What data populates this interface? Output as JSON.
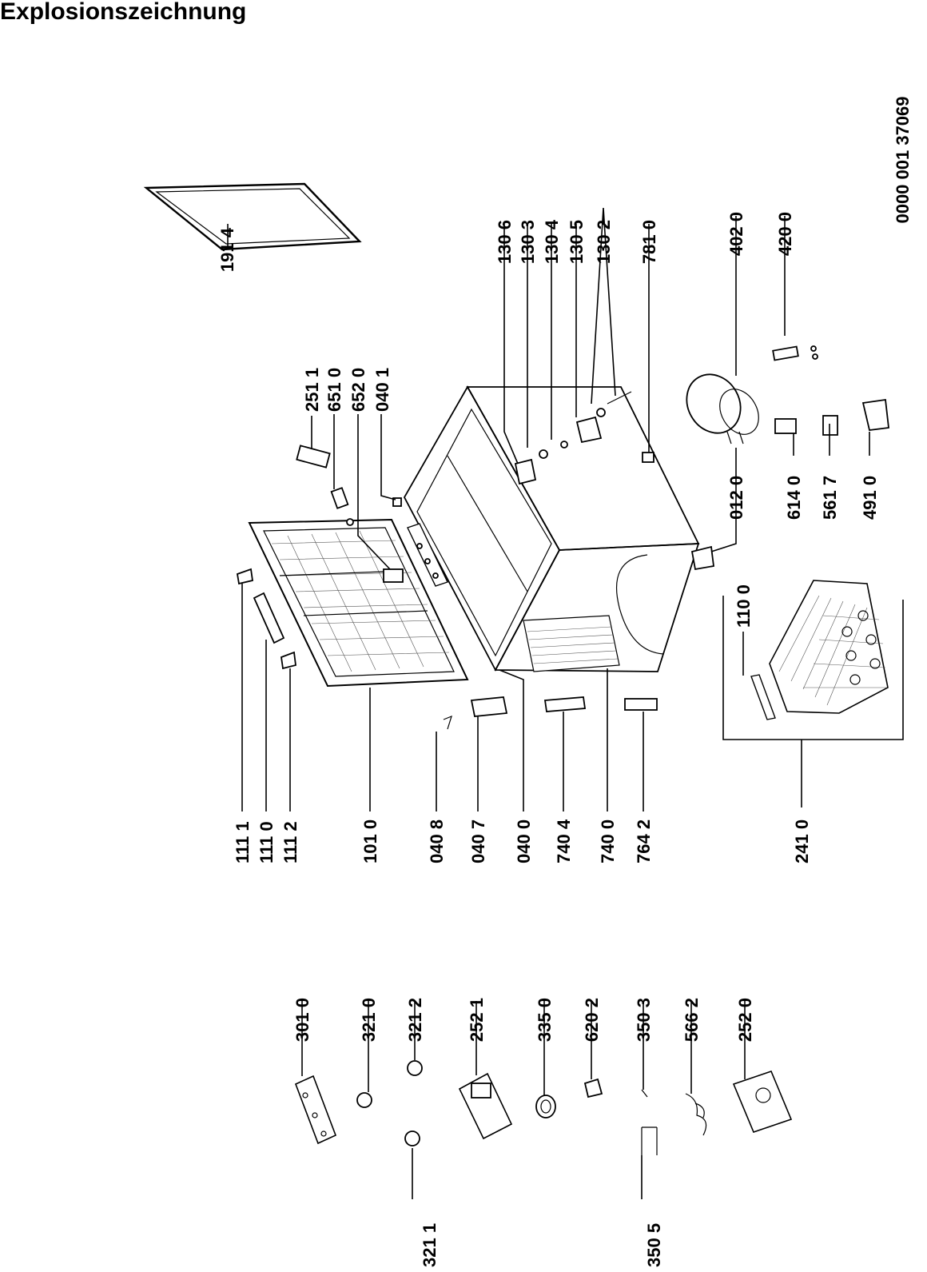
{
  "title": "Explosionszeichnung",
  "document_number": "0000 001 37069",
  "parts": [
    {
      "id": "part-191-4",
      "label": "191 4"
    },
    {
      "id": "part-251-1",
      "label": "251 1"
    },
    {
      "id": "part-651-0",
      "label": "651 0"
    },
    {
      "id": "part-652-0",
      "label": "652 0"
    },
    {
      "id": "part-040-1",
      "label": "040 1"
    },
    {
      "id": "part-130-6",
      "label": "130 6"
    },
    {
      "id": "part-130-3",
      "label": "130 3"
    },
    {
      "id": "part-130-4",
      "label": "130 4"
    },
    {
      "id": "part-130-5",
      "label": "130 5"
    },
    {
      "id": "part-130-2",
      "label": "130 2"
    },
    {
      "id": "part-781-0",
      "label": "781 0"
    },
    {
      "id": "part-402-0",
      "label": "402 0"
    },
    {
      "id": "part-420-0",
      "label": "420 0"
    },
    {
      "id": "part-012-0",
      "label": "012 0"
    },
    {
      "id": "part-614-0",
      "label": "614 0"
    },
    {
      "id": "part-561-7",
      "label": "561 7"
    },
    {
      "id": "part-491-0",
      "label": "491 0"
    },
    {
      "id": "part-110-0",
      "label": "110 0"
    },
    {
      "id": "part-241-0",
      "label": "241 0"
    },
    {
      "id": "part-111-1",
      "label": "111 1"
    },
    {
      "id": "part-111-0",
      "label": "111 0"
    },
    {
      "id": "part-111-2",
      "label": "111 2"
    },
    {
      "id": "part-101-0",
      "label": "101 0"
    },
    {
      "id": "part-040-8",
      "label": "040 8"
    },
    {
      "id": "part-040-7",
      "label": "040 7"
    },
    {
      "id": "part-040-0",
      "label": "040 0"
    },
    {
      "id": "part-740-4",
      "label": "740 4"
    },
    {
      "id": "part-740-0",
      "label": "740 0"
    },
    {
      "id": "part-764-2",
      "label": "764 2"
    },
    {
      "id": "part-301-0",
      "label": "301 0"
    },
    {
      "id": "part-321-0",
      "label": "321 0"
    },
    {
      "id": "part-321-2",
      "label": "321 2"
    },
    {
      "id": "part-252-1",
      "label": "252 1"
    },
    {
      "id": "part-335-0",
      "label": "335 0"
    },
    {
      "id": "part-620-2",
      "label": "620 2"
    },
    {
      "id": "part-350-3",
      "label": "350 3"
    },
    {
      "id": "part-566-2",
      "label": "566 2"
    },
    {
      "id": "part-252-0",
      "label": "252 0"
    },
    {
      "id": "part-321-1",
      "label": "321 1"
    },
    {
      "id": "part-350-5",
      "label": "350 5"
    }
  ]
}
